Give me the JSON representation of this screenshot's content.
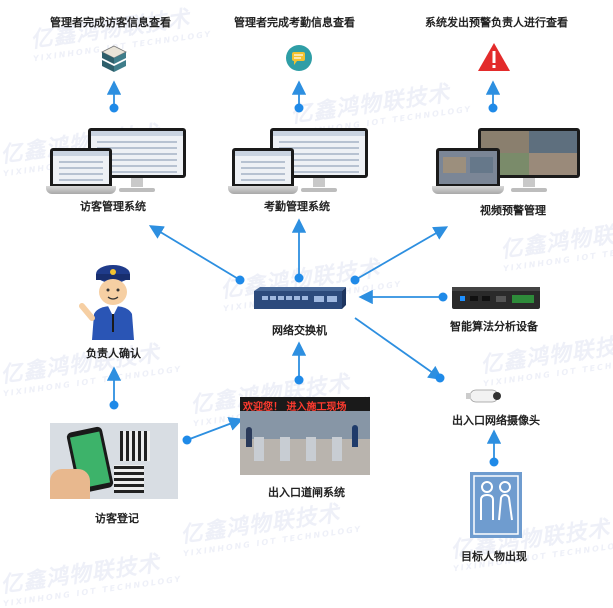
{
  "top_labels": {
    "visitor_info": "管理者完成访客信息查看",
    "attendance_info": "管理者完成考勤信息查看",
    "alert_info": "系统发出预警负责人进行查看"
  },
  "systems": {
    "visitor_mgmt": "访客管理系统",
    "attendance_mgmt": "考勤管理系统",
    "video_alert": "视频预警管理"
  },
  "center": {
    "switch": "网络交换机"
  },
  "devices": {
    "algorithm": "智能算法分析设备",
    "camera": "出入口网络摄像头",
    "target": "目标人物出现",
    "gate": "出入口道闸系统",
    "gate_banner": "欢迎您！ 进入施工现场"
  },
  "people": {
    "confirm": "负责人确认",
    "register": "访客登记"
  },
  "watermark": {
    "cn": "亿鑫鸿物联技术",
    "en": "YIXINHONG IOT TECHNOLOGY"
  },
  "colors": {
    "link": "#2d8fe0",
    "node": "#1f8ae8",
    "alert": "#e32b2b"
  }
}
